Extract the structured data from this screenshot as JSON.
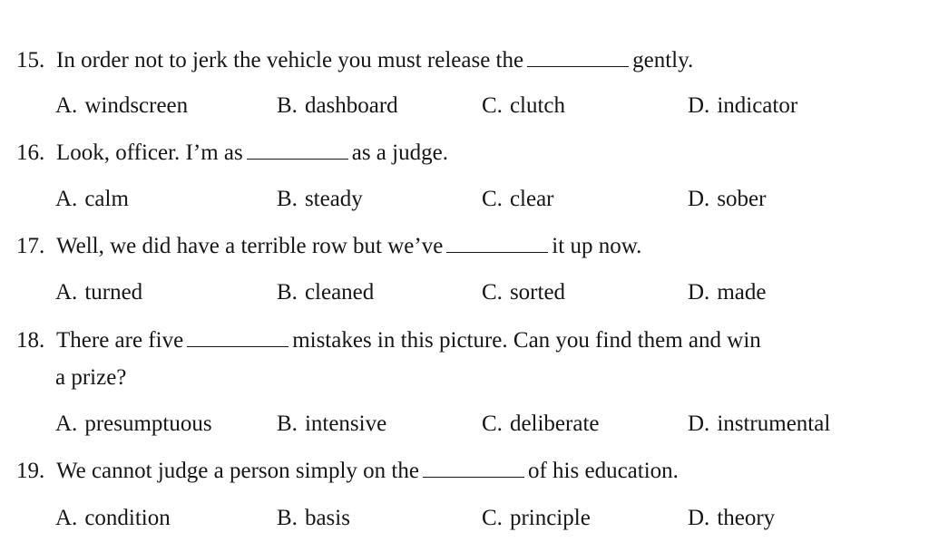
{
  "questions": [
    {
      "number": "15.",
      "before": "In order not to jerk the vehicle you must release the",
      "after": "gently.",
      "options": [
        {
          "letter": "A.",
          "text": "windscreen"
        },
        {
          "letter": "B.",
          "text": "dashboard"
        },
        {
          "letter": "C.",
          "text": "clutch"
        },
        {
          "letter": "D.",
          "text": "indicator"
        }
      ]
    },
    {
      "number": "16.",
      "before": "Look, officer. I’m as",
      "after": "as a judge.",
      "options": [
        {
          "letter": "A.",
          "text": "calm"
        },
        {
          "letter": "B.",
          "text": "steady"
        },
        {
          "letter": "C.",
          "text": "clear"
        },
        {
          "letter": "D.",
          "text": "sober"
        }
      ]
    },
    {
      "number": "17.",
      "before": "Well, we did have a terrible row but we’ve",
      "after": "it up now.",
      "options": [
        {
          "letter": "A.",
          "text": "turned"
        },
        {
          "letter": "B.",
          "text": "cleaned"
        },
        {
          "letter": "C.",
          "text": "sorted"
        },
        {
          "letter": "D.",
          "text": "made"
        }
      ]
    },
    {
      "number": "18.",
      "before": "There are five",
      "after": "mistakes in this picture. Can you find them and win",
      "continuation": "a prize?",
      "options": [
        {
          "letter": "A.",
          "text": "presumptuous"
        },
        {
          "letter": "B.",
          "text": "intensive"
        },
        {
          "letter": "C.",
          "text": "deliberate"
        },
        {
          "letter": "D.",
          "text": "instrumental"
        }
      ]
    },
    {
      "number": "19.",
      "before": "We cannot judge a person simply on the",
      "after": "of his education.",
      "options": [
        {
          "letter": "A.",
          "text": "condition"
        },
        {
          "letter": "B.",
          "text": "basis"
        },
        {
          "letter": "C.",
          "text": "principle"
        },
        {
          "letter": "D.",
          "text": "theory"
        }
      ]
    }
  ]
}
